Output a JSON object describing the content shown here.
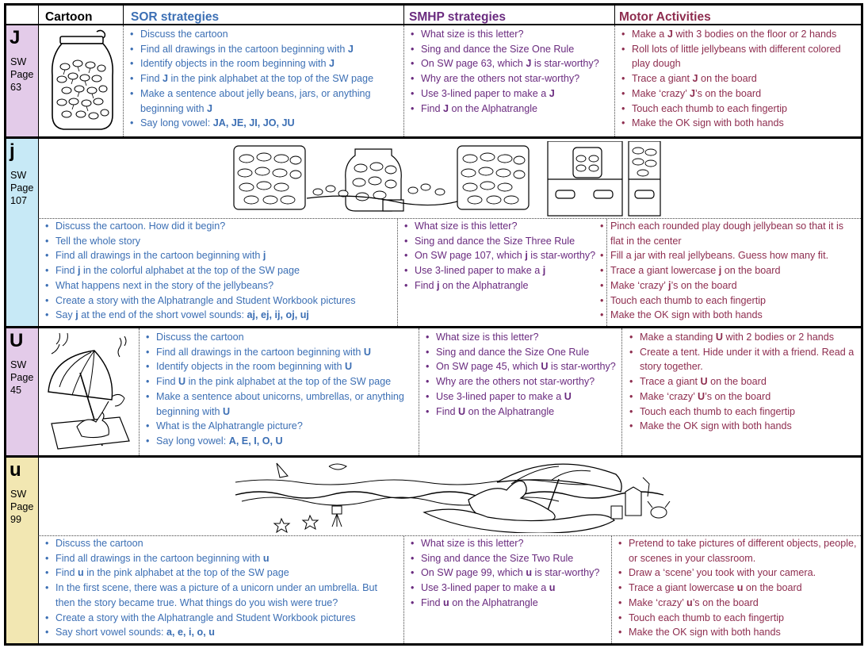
{
  "colors": {
    "sor": "#3c6fb4",
    "smhp": "#6a2b7f",
    "motor": "#8e2d4f",
    "J_band": "#e3cbe9",
    "j_band": "#c7e9f6",
    "U_band": "#e3cbe9",
    "u_band": "#f2e7b2"
  },
  "header": {
    "cartoon": "Cartoon",
    "sor": "SOR strategies",
    "smhp": "SMHP strategies",
    "motor": "Motor Activities"
  },
  "rows": [
    {
      "letter": "J",
      "page": "SW\nPage\n63",
      "cartoon": "jar-of-jellybeans-drawing",
      "sor": [
        [
          "Discuss the cartoon",
          ""
        ],
        [
          "Find all drawings in the cartoon beginning with ",
          "J"
        ],
        [
          "Identify objects in the room beginning with ",
          "J"
        ],
        [
          "Find ",
          "J",
          " in the pink alphabet at the top of the SW page"
        ],
        [
          "Make a sentence about jelly beans, jars, or anything beginning with ",
          "J"
        ],
        [
          "Say long vowel:  ",
          "JA, JE, JI, JO, JU"
        ]
      ],
      "smhp": [
        [
          "What size is this letter?"
        ],
        [
          "Sing and dance the Size One Rule"
        ],
        [
          "On SW page 63, which ",
          "J",
          " is star-worthy?"
        ],
        [
          "Why are the others not star-worthy?"
        ],
        [
          "Use 3-lined paper to make a ",
          "J"
        ],
        [
          "Find ",
          "J",
          " on the Alphatrangle"
        ]
      ],
      "motor": [
        [
          "Make a ",
          "J",
          " with 3 bodies on the floor or 2 hands"
        ],
        [
          "Roll lots of little jellybeans with different colored play dough"
        ],
        [
          "Trace a giant ",
          "J",
          " on the board"
        ],
        [
          "Make ‘crazy’ ",
          "J",
          "’s on the board"
        ],
        [
          "Touch each thumb to each fingertip"
        ],
        [
          "Make the OK sign with both hands"
        ]
      ]
    },
    {
      "letter": "j",
      "page": "SW\nPage\n107",
      "cartoon": "jellybean-jars-story-strip",
      "sor": [
        [
          "Discuss the cartoon.  How did it begin?"
        ],
        [
          "Tell the whole story"
        ],
        [
          "Find all drawings in the cartoon beginning with ",
          "j"
        ],
        [
          "Find ",
          "j",
          " in the colorful alphabet at the top of the SW page"
        ],
        [
          "What happens next in the story of the jellybeans?"
        ],
        [
          "Create a story with the Alphatrangle and Student Workbook pictures"
        ],
        [
          "Say ",
          "j",
          " at the end of the short vowel sounds:  ",
          "aj, ej, ij, oj, uj"
        ]
      ],
      "smhp": [
        [
          "What size is this letter?"
        ],
        [
          "Sing and dance the Size Three Rule"
        ],
        [
          "On SW page 107, which ",
          "j",
          " is star-worthy?"
        ],
        [
          "Use 3-lined paper to make a ",
          "j"
        ],
        [
          "Find ",
          "j",
          " on the Alphatrangle"
        ]
      ],
      "motor": [
        [
          "Pinch each rounded play dough jellybean so that it is flat in the center"
        ],
        [
          "Fill a jar with real jellybeans.  Guess how many fit."
        ],
        [
          "Trace a giant lowercase ",
          "j",
          " on the board"
        ],
        [
          "Make ‘crazy’ ",
          "j",
          "’s on the board"
        ],
        [
          "Touch each thumb to each fingertip"
        ],
        [
          "Make the OK sign with both hands"
        ]
      ]
    },
    {
      "letter": "U",
      "page": "SW\nPage\n45",
      "cartoon": "unicorn-under-umbrella-drawing",
      "sor": [
        [
          "Discuss the cartoon"
        ],
        [
          "Find all drawings in the cartoon beginning with ",
          "U"
        ],
        [
          "Identify objects in the room beginning with ",
          "U"
        ],
        [
          "Find ",
          "U",
          " in the pink alphabet at the top of the SW page"
        ],
        [
          "Make a sentence about unicorns, umbrellas, or anything beginning with ",
          "U"
        ],
        [
          "What is the Alphatrangle picture?"
        ],
        [
          "Say long vowel:  ",
          "A, E, I, O, U"
        ]
      ],
      "smhp": [
        [
          "What size is this letter?"
        ],
        [
          "Sing and dance the Size One Rule"
        ],
        [
          "On SW page 45, which ",
          "U",
          " is star-worthy?"
        ],
        [
          "Why are the others not star-worthy?"
        ],
        [
          "Use 3-lined paper to make a ",
          "U"
        ],
        [
          "Find ",
          "U",
          " on the Alphatrangle"
        ]
      ],
      "motor": [
        [
          "Make a standing ",
          "U",
          " with 2 bodies or 2 hands"
        ],
        [
          "Create a tent.  Hide under it with a friend.  Read a story together."
        ],
        [
          "Trace a giant ",
          "U",
          " on the board"
        ],
        [
          "Make ‘crazy’ ",
          "U",
          "’s on the board"
        ],
        [
          "Touch each thumb to each fingertip"
        ],
        [
          "Make the OK sign with both hands"
        ]
      ]
    },
    {
      "letter": "u",
      "page": "SW\nPage\n99",
      "cartoon": "unicorn-beach-scene-strip",
      "sor": [
        [
          "Discuss the cartoon"
        ],
        [
          "Find all drawings in the cartoon beginning with ",
          "u"
        ],
        [
          "Find ",
          "u",
          " in the pink alphabet at the top of the SW page"
        ],
        [
          "In the first scene, there was a picture of a unicorn under an umbrella.  But then the story became true.  What things do you wish were true?"
        ],
        [
          "Create a story with the Alphatrangle and Student Workbook pictures"
        ],
        [
          "Say short vowel sounds: ",
          "a, e, i, o, u"
        ]
      ],
      "smhp": [
        [
          "What size is this letter?"
        ],
        [
          "Sing and dance the Size Two Rule"
        ],
        [
          "On SW page 99, which ",
          "u",
          " is star-worthy?"
        ],
        [
          "Use 3-lined paper to make a ",
          "u"
        ],
        [
          "Find ",
          "u",
          " on the Alphatrangle"
        ]
      ],
      "motor": [
        [
          "Pretend to take pictures of different objects, people, or scenes in your classroom."
        ],
        [
          "Draw a ‘scene’ you took with your camera."
        ],
        [
          "Trace a giant lowercase ",
          "u",
          " on the board"
        ],
        [
          "Make ‘crazy’ ",
          "u",
          "’s on the board"
        ],
        [
          "Touch each thumb to each fingertip"
        ],
        [
          "Make the OK sign with both hands"
        ]
      ]
    }
  ]
}
